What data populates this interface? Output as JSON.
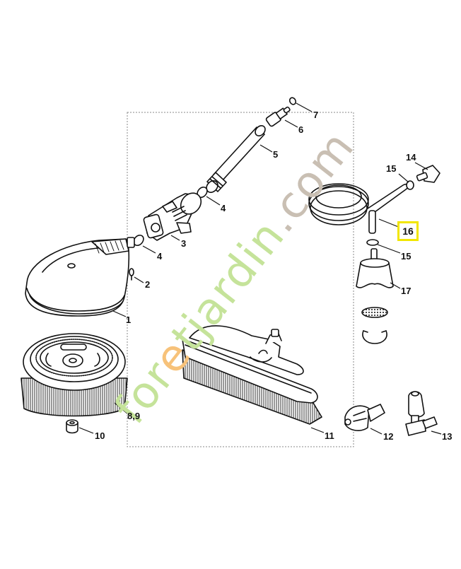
{
  "diagram": {
    "type": "exploded parts diagram",
    "highlighted_part": "16",
    "highlight_color": "#f2e600",
    "group_box": "dashed rectangle grouping parts 2-7, 11",
    "watermark": {
      "text_green": "foretjardin",
      "text_orange_letter": "t",
      "text_brown": ".com",
      "colors": {
        "green": "#c5e39a",
        "orange": "#f7c27a",
        "brown": "#c9bfb3"
      }
    },
    "parts": [
      {
        "id": "1",
        "label": "1",
        "name": "rotating brush housing"
      },
      {
        "id": "2",
        "label": "2",
        "name": "screw"
      },
      {
        "id": "3",
        "label": "3",
        "name": "angle joint"
      },
      {
        "id": "4a",
        "label": "4",
        "name": "o-ring"
      },
      {
        "id": "4b",
        "label": "4",
        "name": "o-ring"
      },
      {
        "id": "5",
        "label": "5",
        "name": "extension tube"
      },
      {
        "id": "6",
        "label": "6",
        "name": "nipple"
      },
      {
        "id": "7",
        "label": "7",
        "name": "o-ring"
      },
      {
        "id": "89",
        "label": "8,9",
        "name": "rotating brush ring"
      },
      {
        "id": "10",
        "label": "10",
        "name": "spacer"
      },
      {
        "id": "11",
        "label": "11",
        "name": "flat wash brush"
      },
      {
        "id": "12",
        "label": "12",
        "name": "nozzle"
      },
      {
        "id": "13",
        "label": "13",
        "name": "nozzle with angle"
      },
      {
        "id": "14",
        "label": "14",
        "name": "hose connector"
      },
      {
        "id": "15a",
        "label": "15",
        "name": "hose clamp"
      },
      {
        "id": "15b",
        "label": "15",
        "name": "hose clamp"
      },
      {
        "id": "16",
        "label": "16",
        "name": "suction hose"
      },
      {
        "id": "17",
        "label": "17",
        "name": "filter housing"
      }
    ]
  }
}
